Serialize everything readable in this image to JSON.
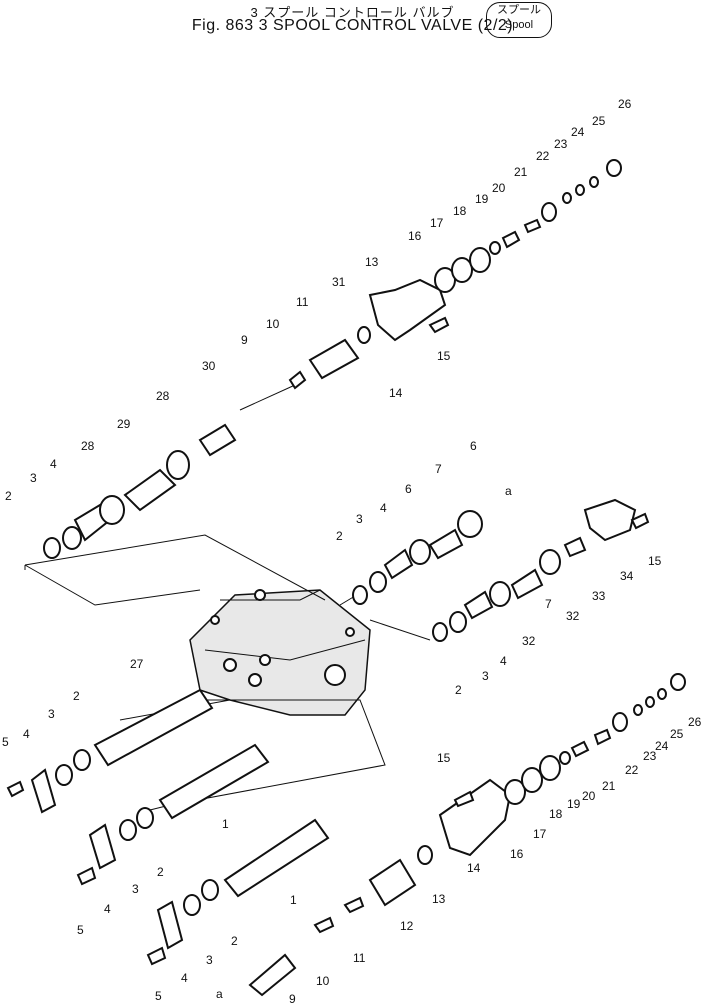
{
  "header": {
    "title_jp": "3 スプール コントロール バルブ",
    "title_en": "Fig. 863 3 SPOOL CONTROL VALVE (2/2)",
    "tag_jp": "スプール",
    "tag_en": "Spool"
  },
  "labels": [
    "26",
    "25",
    "24",
    "23",
    "22",
    "21",
    "20",
    "19",
    "18",
    "17",
    "16",
    "13",
    "31",
    "11",
    "10",
    "9",
    "30",
    "28",
    "29",
    "28",
    "4",
    "3",
    "2",
    "15",
    "14",
    "6",
    "7",
    "6",
    "4",
    "3",
    "2",
    "a",
    "15",
    "34",
    "33",
    "32",
    "32",
    "7",
    "4",
    "3",
    "2",
    "27",
    "2",
    "3",
    "4",
    "5",
    "1",
    "2",
    "3",
    "4",
    "5",
    "1",
    "2",
    "3",
    "4",
    "5",
    "a",
    "9",
    "10",
    "11",
    "12",
    "13",
    "14",
    "15",
    "16",
    "17",
    "18",
    "19",
    "20",
    "21",
    "22",
    "23",
    "24",
    "25",
    "26"
  ]
}
